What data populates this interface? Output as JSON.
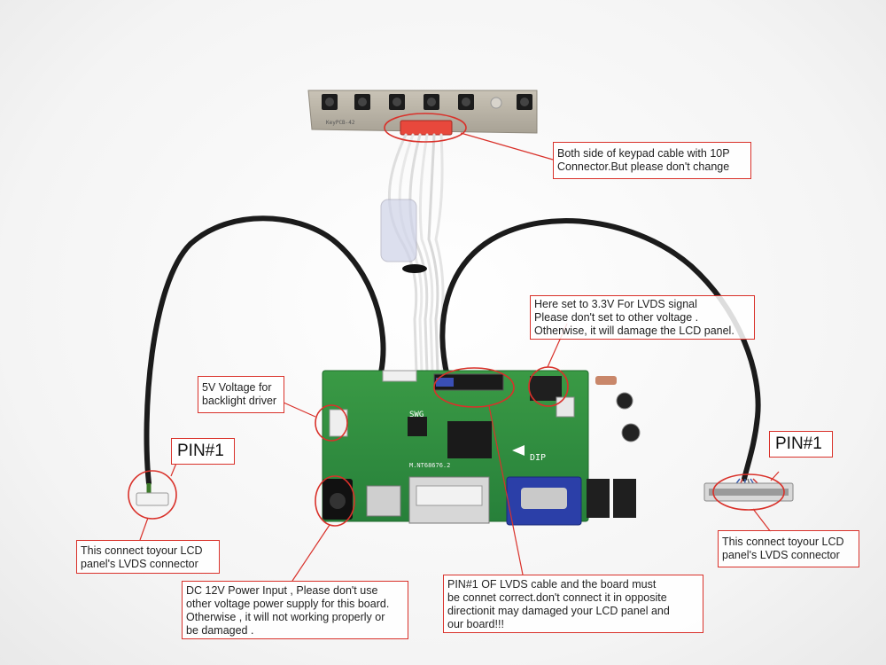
{
  "callouts": {
    "keypad_cable": "Both side of keypad cable with 10P\nConnector.But please don't change",
    "lvds_voltage": "Here set to 3.3V For LVDS signal\nPlease don't set to other voltage .\nOtherwise, it will damage the LCD panel.",
    "backlight_voltage": "5V Voltage for\nbacklight driver",
    "lcd_connector_left": "This connect toyour LCD\npanel's LVDS connector",
    "lcd_connector_right": "This connect toyour LCD\npanel's LVDS connector",
    "power_input": "DC 12V Power Input , Please don't use\nother voltage power supply for this board.\nOtherwise , it will not working properly or\nbe damaged .",
    "lvds_pin1": "PIN#1 OF LVDS cable and the board must\nbe connet correct.don't connect it in opposite\ndirectionit may damaged your LCD panel and\nour board!!!"
  },
  "pin_labels": {
    "left": "PIN#1",
    "right": "PIN#1"
  },
  "board_silkscreen": {
    "keypad_model": "KeyPCB-42",
    "board_model": "M.NT68676.2",
    "dip_label": "DIP",
    "swg_label": "SWG"
  },
  "colors": {
    "callout_line": "#d9312a",
    "pcb_green": "#2e8b3a",
    "keypad_board": "#b9b3a5",
    "connector_red": "#e8483c",
    "vga_blue": "#2b3fa8",
    "cable_black": "#1b1b1b"
  }
}
